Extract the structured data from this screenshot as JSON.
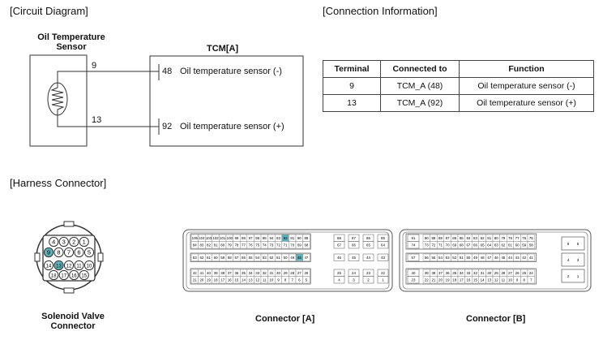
{
  "sections": {
    "circuit": "[Circuit Diagram]",
    "connection": "[Connection Information]",
    "harness": "[Harness Connector]"
  },
  "circuit": {
    "sensor_label_line1": "Oil Temperature",
    "sensor_label_line2": "Sensor",
    "tcm_label": "TCM[A]",
    "sensor_pins": [
      "9",
      "13"
    ],
    "tcm_pins": [
      {
        "pin": "48",
        "desc": "Oil temperature sensor (-)"
      },
      {
        "pin": "92",
        "desc": "Oil temperature sensor (+)"
      }
    ]
  },
  "connection_table": {
    "headers": [
      "Terminal",
      "Connected to",
      "Function"
    ],
    "rows": [
      [
        "9",
        "TCM_A (48)",
        "Oil temperature sensor (-)"
      ],
      [
        "13",
        "TCM_A (92)",
        "Oil temperature sensor (+)"
      ]
    ]
  },
  "harness": {
    "solenoid": {
      "label_line1": "Solenoid Valve",
      "label_line2": "Connector",
      "rows": [
        [
          "4",
          "3",
          "2",
          "1"
        ],
        [
          "9",
          "8",
          "7",
          "6",
          "5"
        ],
        [
          "14",
          "13",
          "12",
          "11",
          "10"
        ],
        [
          "18",
          "17",
          "16",
          "15"
        ]
      ],
      "highlighted": [
        "9",
        "13"
      ]
    },
    "connector_a": {
      "label": "Connector [A]",
      "highlighted": [
        "92",
        "48"
      ]
    },
    "connector_b": {
      "label": "Connector [B]"
    },
    "highlight_color": "#5fb3b8"
  }
}
